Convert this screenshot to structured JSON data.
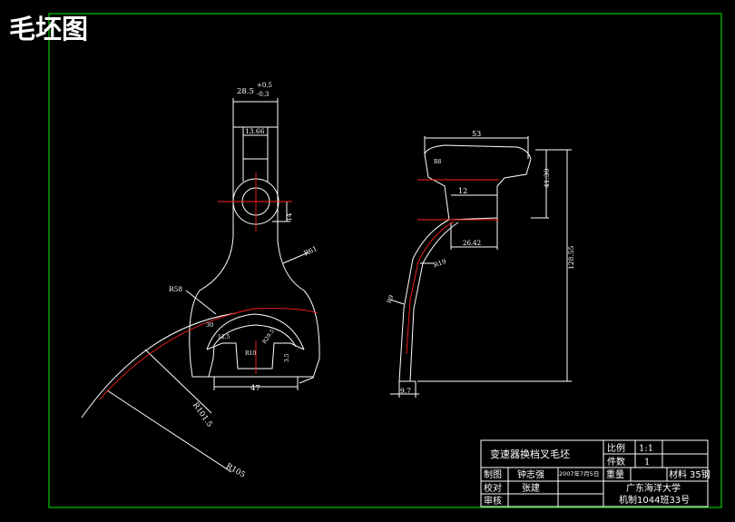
{
  "title": "毛坯图",
  "colors": {
    "background": "#000000",
    "frame": "#00c800",
    "line": "#ffffff",
    "center_line": "#ff2020",
    "title": "#ffff00"
  },
  "dimensions": {
    "d_width_top": "28.5",
    "d_tol_upper": "+0.5",
    "d_tol_lower": "-0.3",
    "d_neck": "13.66",
    "d_14": "14",
    "d_r61": "R61",
    "d_r58": "R58",
    "d_30": "30",
    "d_r10": "R10",
    "d_r29": "R29.5",
    "d_47": "47",
    "d_r101": "R101.5",
    "d_r105": "R105",
    "d_small1": "12.5",
    "d_small2": "3.5",
    "d_53": "53",
    "d_r8": "R8",
    "d_41": "41.30",
    "d_12": "12",
    "d_26": "26.42",
    "d_128": "128.55",
    "d_r19": "R19",
    "d_r9": "R9",
    "d_9_7": "9.7"
  },
  "title_block": {
    "part_name": "变速器换档叉毛坯",
    "scale_label": "比例",
    "scale_value": "1:1",
    "qty_label": "件数",
    "qty_value": "1",
    "drawn_label": "制图",
    "drawn_name": "钟志强",
    "date": "2007年7月5日",
    "weight_label": "重量",
    "material_label": "材料",
    "material_value": "35钢",
    "check_label": "校对",
    "check_name": "张建",
    "approve_label": "审核",
    "school": "广东海洋大学",
    "class_info": "机制1044班33号"
  }
}
